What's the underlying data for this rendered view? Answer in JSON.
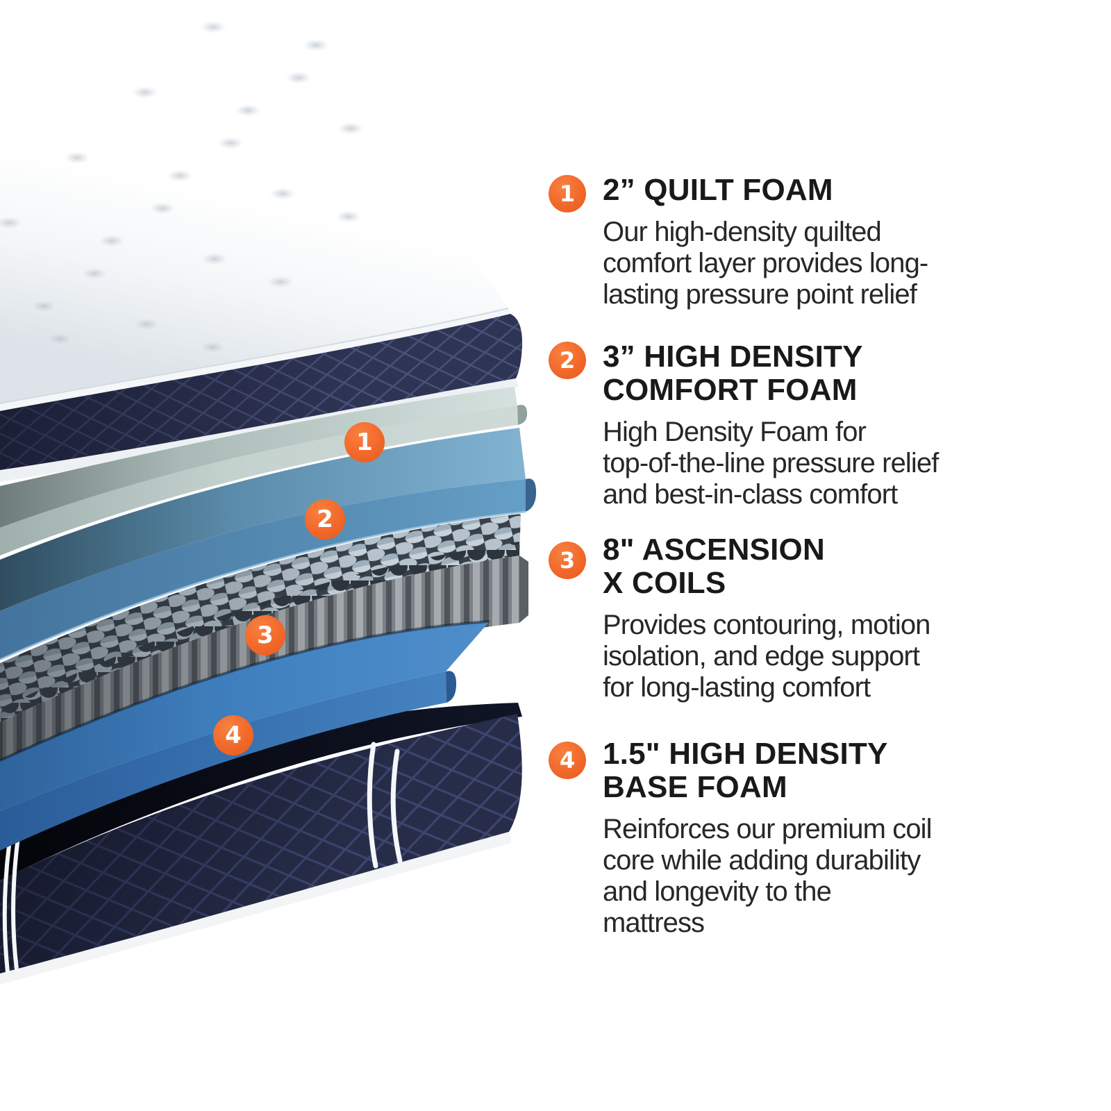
{
  "colors": {
    "accent_orange": "#F2682B",
    "heading_text": "#19191B",
    "body_text": "#26272A",
    "background": "#FFFFFF",
    "cover_navy": "#2E3454",
    "quilt_foam_pale": "#C9D7D3",
    "comfort_foam_blue": "#5B8FB8",
    "coil_gray": "#9BA0A5",
    "base_foam_blue": "#3E79B8",
    "base_navy": "#272D49"
  },
  "image_markers": [
    {
      "label": "1"
    },
    {
      "label": "2"
    },
    {
      "label": "3"
    },
    {
      "label": "4"
    }
  ],
  "sections": [
    {
      "number": "1",
      "heading_lines": [
        "2” QUILT FOAM"
      ],
      "body_lines": [
        "Our high-density quilted",
        "comfort layer provides long-",
        "lasting pressure point relief"
      ]
    },
    {
      "number": "2",
      "heading_lines": [
        "3” HIGH DENSITY",
        "COMFORT FOAM"
      ],
      "body_lines": [
        "High Density Foam for",
        "top-of-the-line pressure relief",
        "and best-in-class comfort"
      ]
    },
    {
      "number": "3",
      "heading_lines": [
        "8\" ASCENSION",
        "X COILS"
      ],
      "body_lines": [
        "Provides contouring, motion",
        "isolation, and edge support",
        "for long-lasting comfort"
      ]
    },
    {
      "number": "4",
      "heading_lines": [
        "1.5\" HIGH DENSITY",
        "BASE FOAM"
      ],
      "body_lines": [
        "Reinforces our premium coil",
        "core while adding durability",
        "and longevity to the",
        "mattress"
      ]
    }
  ]
}
